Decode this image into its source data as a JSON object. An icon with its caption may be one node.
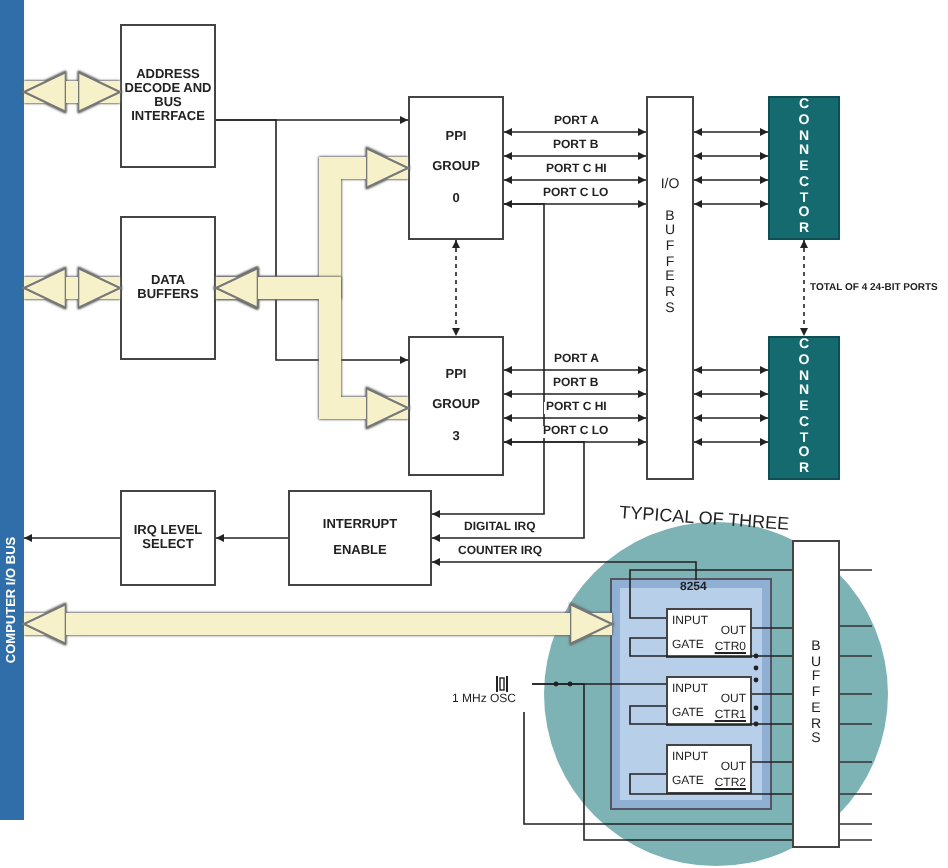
{
  "diagram": {
    "nodes": [
      {
        "text": [
          "COMPUTER I/O BUS"
        ]
      },
      {
        "text": [
          "ADDRESS DECODE AND BUS INTERFACE"
        ]
      },
      {
        "text": [
          "DATA BUFFERS"
        ]
      },
      {
        "text": [
          "PPI",
          "GROUP",
          "0"
        ]
      },
      {
        "text": [
          "PPI",
          "GROUP",
          "3"
        ]
      },
      {
        "text": [
          "I/O",
          "BUFFERS"
        ]
      },
      {
        "text": [
          "CONNECTOR"
        ]
      },
      {
        "text": [
          "CONNECTOR"
        ]
      },
      {
        "text": [
          "IRQ LEVEL SELECT"
        ]
      },
      {
        "text": [
          "INTERRUPT",
          "ENABLE"
        ]
      },
      {
        "text": [
          "TYPICAL OF THREE"
        ]
      },
      {
        "text": [
          "8254"
        ],
        "in": 10
      },
      {
        "text": [
          "INPUT",
          "GATE",
          "OUT",
          "CTR0"
        ],
        "in": 11
      },
      {
        "text": [
          "INPUT",
          "GATE",
          "OUT",
          "CTR1"
        ],
        "in": 11
      },
      {
        "text": [
          "INPUT",
          "GATE",
          "OUT",
          "CTR2"
        ],
        "in": 11
      },
      {
        "text": [
          "BUFFERS"
        ],
        "in": 10
      },
      {
        "text": [
          "1 MHz OSC"
        ]
      }
    ],
    "edges": [
      {
        "from": 0,
        "to": 1,
        "arrow": "both",
        "style": "thick",
        "color": "#f6f1c9"
      },
      {
        "from": 0,
        "to": 2,
        "arrow": "both",
        "style": "thick",
        "color": "#f6f1c9"
      },
      {
        "from": 1,
        "to": 3,
        "arrow": "to"
      },
      {
        "from": 1,
        "to": 4,
        "arrow": "to"
      },
      {
        "from": 2,
        "to": 3,
        "arrow": "both",
        "style": "thick",
        "color": "#f6f1c9"
      },
      {
        "from": 2,
        "to": 4,
        "arrow": "both",
        "style": "thick",
        "color": "#f6f1c9"
      },
      {
        "from": 3,
        "to": 4,
        "arrow": "both",
        "style": "dashed"
      },
      {
        "from": 3,
        "to": 5,
        "arrow": "both",
        "label": "PORT A"
      },
      {
        "from": 3,
        "to": 5,
        "arrow": "both",
        "label": "PORT B"
      },
      {
        "from": 3,
        "to": 5,
        "arrow": "both",
        "label": "PORT C HI"
      },
      {
        "from": 3,
        "to": 5,
        "arrow": "both",
        "label": "PORT C LO"
      },
      {
        "from": 4,
        "to": 5,
        "arrow": "both",
        "label": "PORT A"
      },
      {
        "from": 4,
        "to": 5,
        "arrow": "both",
        "label": "PORT B"
      },
      {
        "from": 4,
        "to": 5,
        "arrow": "both",
        "label": "PORT C HI"
      },
      {
        "from": 4,
        "to": 5,
        "arrow": "both",
        "label": "PORT C LO"
      },
      {
        "from": 5,
        "to": 6,
        "arrow": "both"
      },
      {
        "from": 5,
        "to": 6,
        "arrow": "both"
      },
      {
        "from": 5,
        "to": 6,
        "arrow": "both"
      },
      {
        "from": 5,
        "to": 6,
        "arrow": "both"
      },
      {
        "from": 5,
        "to": 7,
        "arrow": "both"
      },
      {
        "from": 5,
        "to": 7,
        "arrow": "both"
      },
      {
        "from": 5,
        "to": 7,
        "arrow": "both"
      },
      {
        "from": 5,
        "to": 7,
        "arrow": "both"
      },
      {
        "from": 6,
        "to": 7,
        "arrow": "both",
        "style": "dashed",
        "label": "TOTAL OF 4 24-BIT PORTS"
      },
      {
        "from": 3,
        "to": 9,
        "arrow": "to"
      },
      {
        "from": 4,
        "to": 9,
        "arrow": "to",
        "label": "DIGITAL IRQ"
      },
      {
        "from": 11,
        "to": 9,
        "arrow": "to",
        "label": "COUNTER IRQ"
      },
      {
        "from": 9,
        "to": 8,
        "arrow": "to"
      },
      {
        "from": 8,
        "to": 0,
        "arrow": "to"
      },
      {
        "from": 0,
        "to": 11,
        "arrow": "both",
        "style": "thick",
        "color": "#f6f1c9"
      },
      {
        "from": 16,
        "to": 13,
        "arrow": "none"
      },
      {
        "from": 12,
        "to": 15,
        "arrow": "none"
      },
      {
        "from": 13,
        "to": 15,
        "arrow": "none"
      },
      {
        "from": 14,
        "to": 15,
        "arrow": "none"
      },
      {
        "from": 12,
        "to": 15,
        "arrow": "none"
      },
      {
        "from": 12,
        "to": 15,
        "arrow": "none"
      },
      {
        "from": 13,
        "to": 15,
        "arrow": "none"
      },
      {
        "from": 14,
        "to": 15,
        "arrow": "none"
      },
      {
        "from": 16,
        "to": 15,
        "arrow": "none"
      },
      {
        "from": 16,
        "to": 15,
        "arrow": "none"
      }
    ]
  }
}
